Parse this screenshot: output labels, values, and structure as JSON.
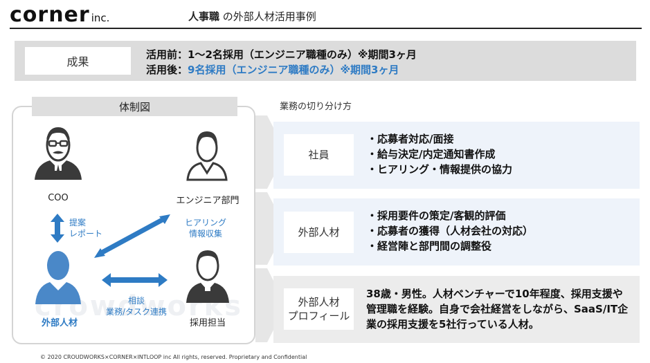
{
  "header": {
    "logo_main": "corner",
    "logo_suffix": "inc.",
    "title_bold": "人事職",
    "title_rest": " の外部人材活用事例"
  },
  "result": {
    "label": "成果",
    "before": "活用前：1～2名採用（エンジニア職種のみ）※期間3ヶ月",
    "after_prefix": "活用後：",
    "after_value": "9名採用（エンジニア職種のみ）※期間3ヶ月"
  },
  "diagram": {
    "title": "体制図",
    "coo": "COO",
    "engineering": "エンジニア部門",
    "external": "外部人材",
    "recruiter": "採用担当",
    "arrow_coo_external": [
      "提案",
      "レポート"
    ],
    "arrow_engineering_external": [
      "ヒアリング",
      "情報収集"
    ],
    "arrow_external_recruiter": [
      "相談",
      "業務/タスク連携"
    ],
    "watermark": "crowdworks   corner"
  },
  "roles": {
    "title": "業務の切り分け方",
    "employee_label": "社員",
    "employee_tasks": [
      "・応募者対応/面接",
      "・給与決定/内定通知書作成",
      "・ヒアリング・情報提供の協力"
    ],
    "external_label": "外部人材",
    "external_tasks": [
      "・採用要件の策定/客観的評価",
      "・応募者の獲得（人材会社の対応）",
      "・経営陣と部門間の調整役"
    ],
    "profile_label_1": "外部人材",
    "profile_label_2": "プロフィール",
    "profile_text": "38歳・男性。人材ベンチャーで10年程度、採用支援や管理職を経験。自身で会社経営をしながら、SaaS/IT企業の採用支援を5社行っている人材。"
  },
  "footer": "© 2020 CROUDWORKS×CORNER×INTLOOP inc All rights, reserved.    Proprietary and Confidential",
  "colors": {
    "accent_blue": "#2e7bc4",
    "person_dark": "#3a3a3a",
    "person_blue": "#4a88c8"
  }
}
